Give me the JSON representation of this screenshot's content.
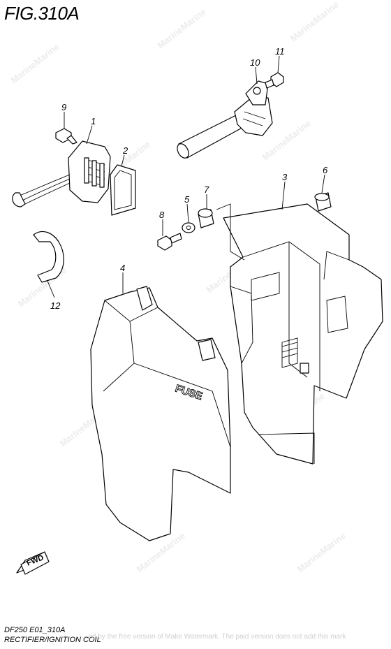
{
  "figure": {
    "title": "FIG.310A",
    "code": "DF250 E01_310A",
    "name": "RECTIFIER/IGNITION COIL"
  },
  "labels": {
    "fwd": "FWD",
    "fuse": "FUSE"
  },
  "callouts": [
    "1",
    "2",
    "3",
    "4",
    "5",
    "6",
    "7",
    "8",
    "9",
    "10",
    "11",
    "12"
  ],
  "watermark": {
    "brand": "MarineMarine",
    "banner": "...ed by the free version of Make Watermark. The paid version does not add this mark"
  }
}
